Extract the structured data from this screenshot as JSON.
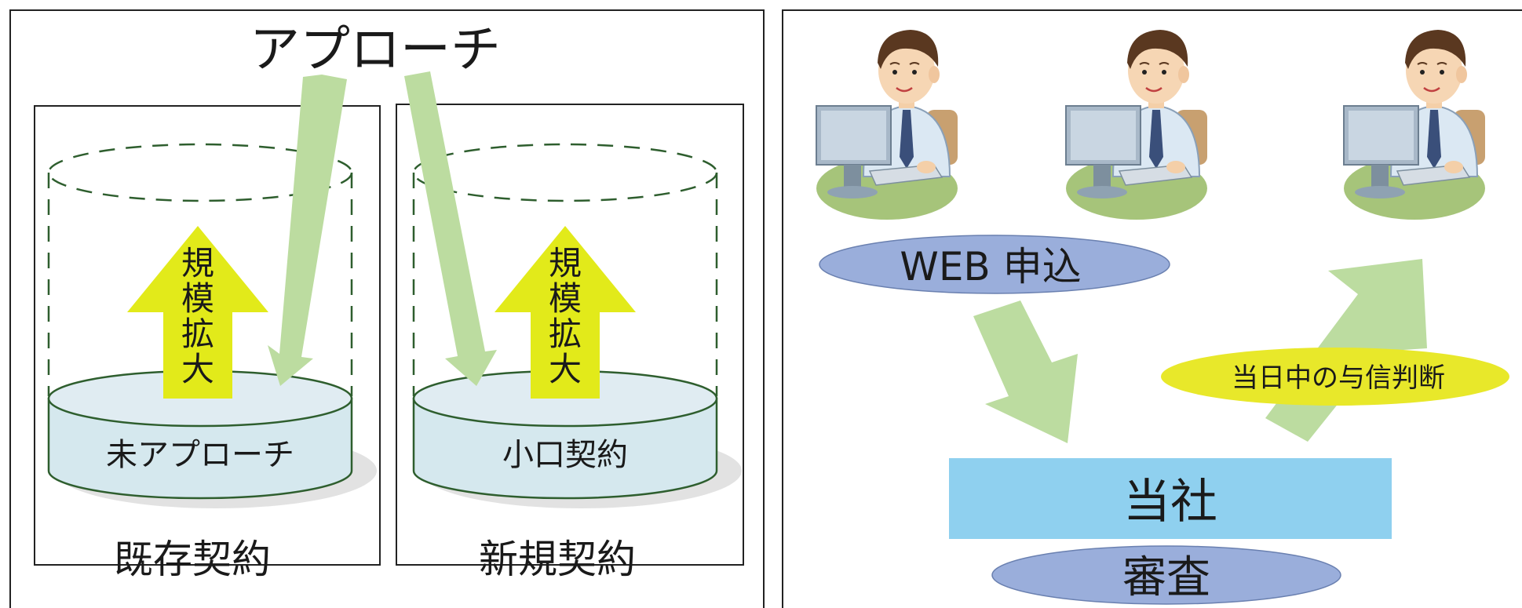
{
  "left_panel": {
    "approach_label": "アプローチ",
    "existing": {
      "arrow_label": [
        "規",
        "模",
        "拡",
        "大"
      ],
      "disk_label": "未アプローチ",
      "caption": "既存契約"
    },
    "new": {
      "arrow_label": [
        "規",
        "模",
        "拡",
        "大"
      ],
      "disk_label": "小口契約",
      "caption": "新規契約"
    }
  },
  "right_panel": {
    "web_label": "WEB 申込",
    "judgement_label": "当日中の与信判断",
    "company_label": "当社",
    "review_label": "審査"
  },
  "colors": {
    "green_arrow": "#bcdca0",
    "yellow_arrow": "#e2ea1a",
    "disk_fill": "#d5e8ee",
    "disk_stroke": "#2e5e2e",
    "dashed": "#2e5e2e",
    "oval_blue": "#9aaedb",
    "oval_yellow": "#e8e82a",
    "company_box": "#8fd0ef"
  },
  "icons": [
    "office-worker-icon",
    "office-worker-icon",
    "office-worker-icon"
  ]
}
